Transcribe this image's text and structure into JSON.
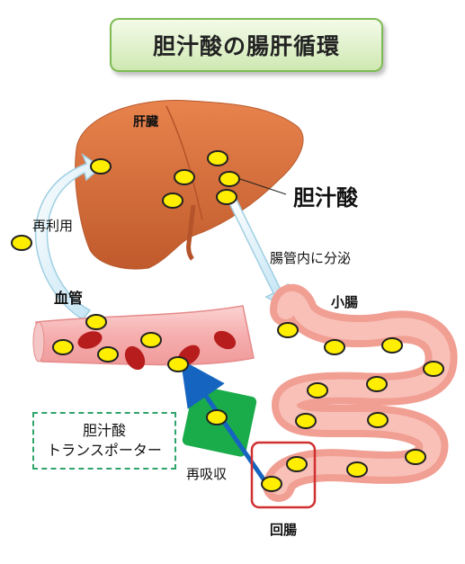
{
  "title": "胆汁酸の腸肝循環",
  "labels": {
    "liver": "肝臓",
    "bile_acid": "胆汁酸",
    "reuse": "再利用",
    "secretion": "腸管内に分泌",
    "blood_vessel": "血管",
    "small_intestine": "小腸",
    "reabsorption": "再吸収",
    "ileum": "回腸"
  },
  "transporter": {
    "line1": "胆汁酸",
    "line2": "トランスポーター"
  },
  "colors": {
    "liver": "#d8703f",
    "intestine": "#f3a59a",
    "vessel": "#f7b8b8",
    "blood_cell": "#b81d1d",
    "bile_dot": "#ffee00",
    "transporter": "#1aab4a",
    "reabsorb_arrow": "#1565c0",
    "ileum_box": "#d03030",
    "title_border": "#7dbb54"
  }
}
